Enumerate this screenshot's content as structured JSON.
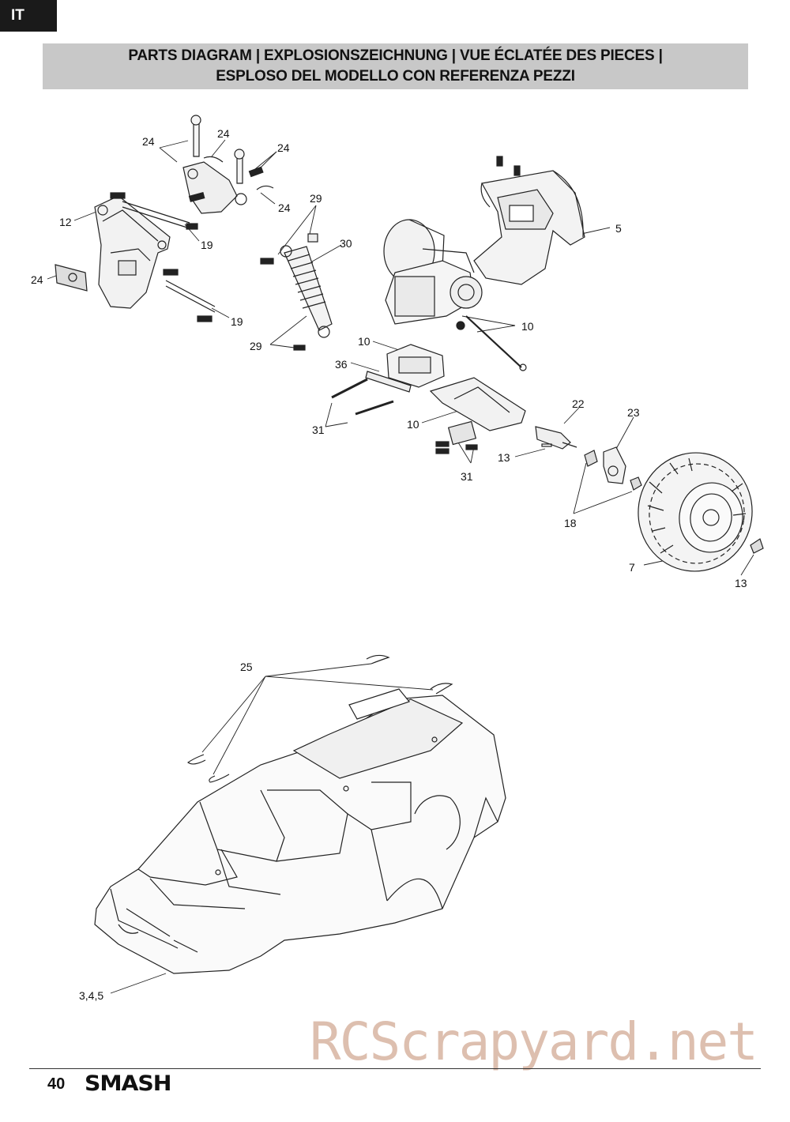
{
  "header": {
    "lang_tab": "IT",
    "title_line1": "PARTS DIAGRAM | EXPLOSIONSZEICHNUNG |  VUE ÉCLATÉE DES PIECES |",
    "title_line2": "ESPLOSO DEL MODELLO CON REFERENZA PEZZI"
  },
  "callouts": {
    "c24a": "24",
    "c24b": "24",
    "c24c": "24",
    "c24d": "24",
    "c24e": "24",
    "c12": "12",
    "c19a": "19",
    "c19b": "19",
    "c29a": "29",
    "c29b": "29",
    "c30": "30",
    "c5": "5",
    "c10a": "10",
    "c10b": "10",
    "c10c": "10",
    "c36": "36",
    "c31a": "31",
    "c31b": "31",
    "c22": "22",
    "c23": "23",
    "c13a": "13",
    "c13b": "13",
    "c18": "18",
    "c7": "7",
    "c25": "25",
    "c345": "3,4,5"
  },
  "watermark": "RCScrapyard.net",
  "footer": {
    "page_number": "40",
    "brand": "SMASH"
  }
}
